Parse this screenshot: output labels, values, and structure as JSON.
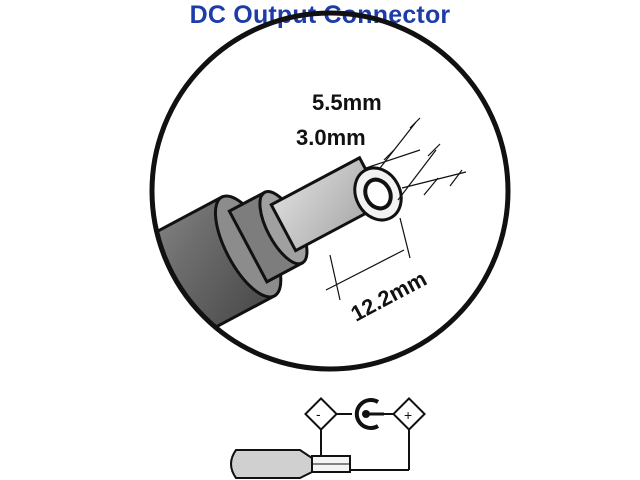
{
  "title": "DC Output Connector",
  "colors": {
    "title": "#1e3ca8",
    "line": "#111111",
    "barrel_shade": "#7a7a7a",
    "barrel_light": "#cfcfcf",
    "background": "#ffffff"
  },
  "dimensions": {
    "outer_diameter": "5.5mm",
    "inner_diameter": "3.0mm",
    "length": "12.2mm"
  },
  "polarity": {
    "negative_symbol": "-",
    "positive_symbol": "+"
  }
}
